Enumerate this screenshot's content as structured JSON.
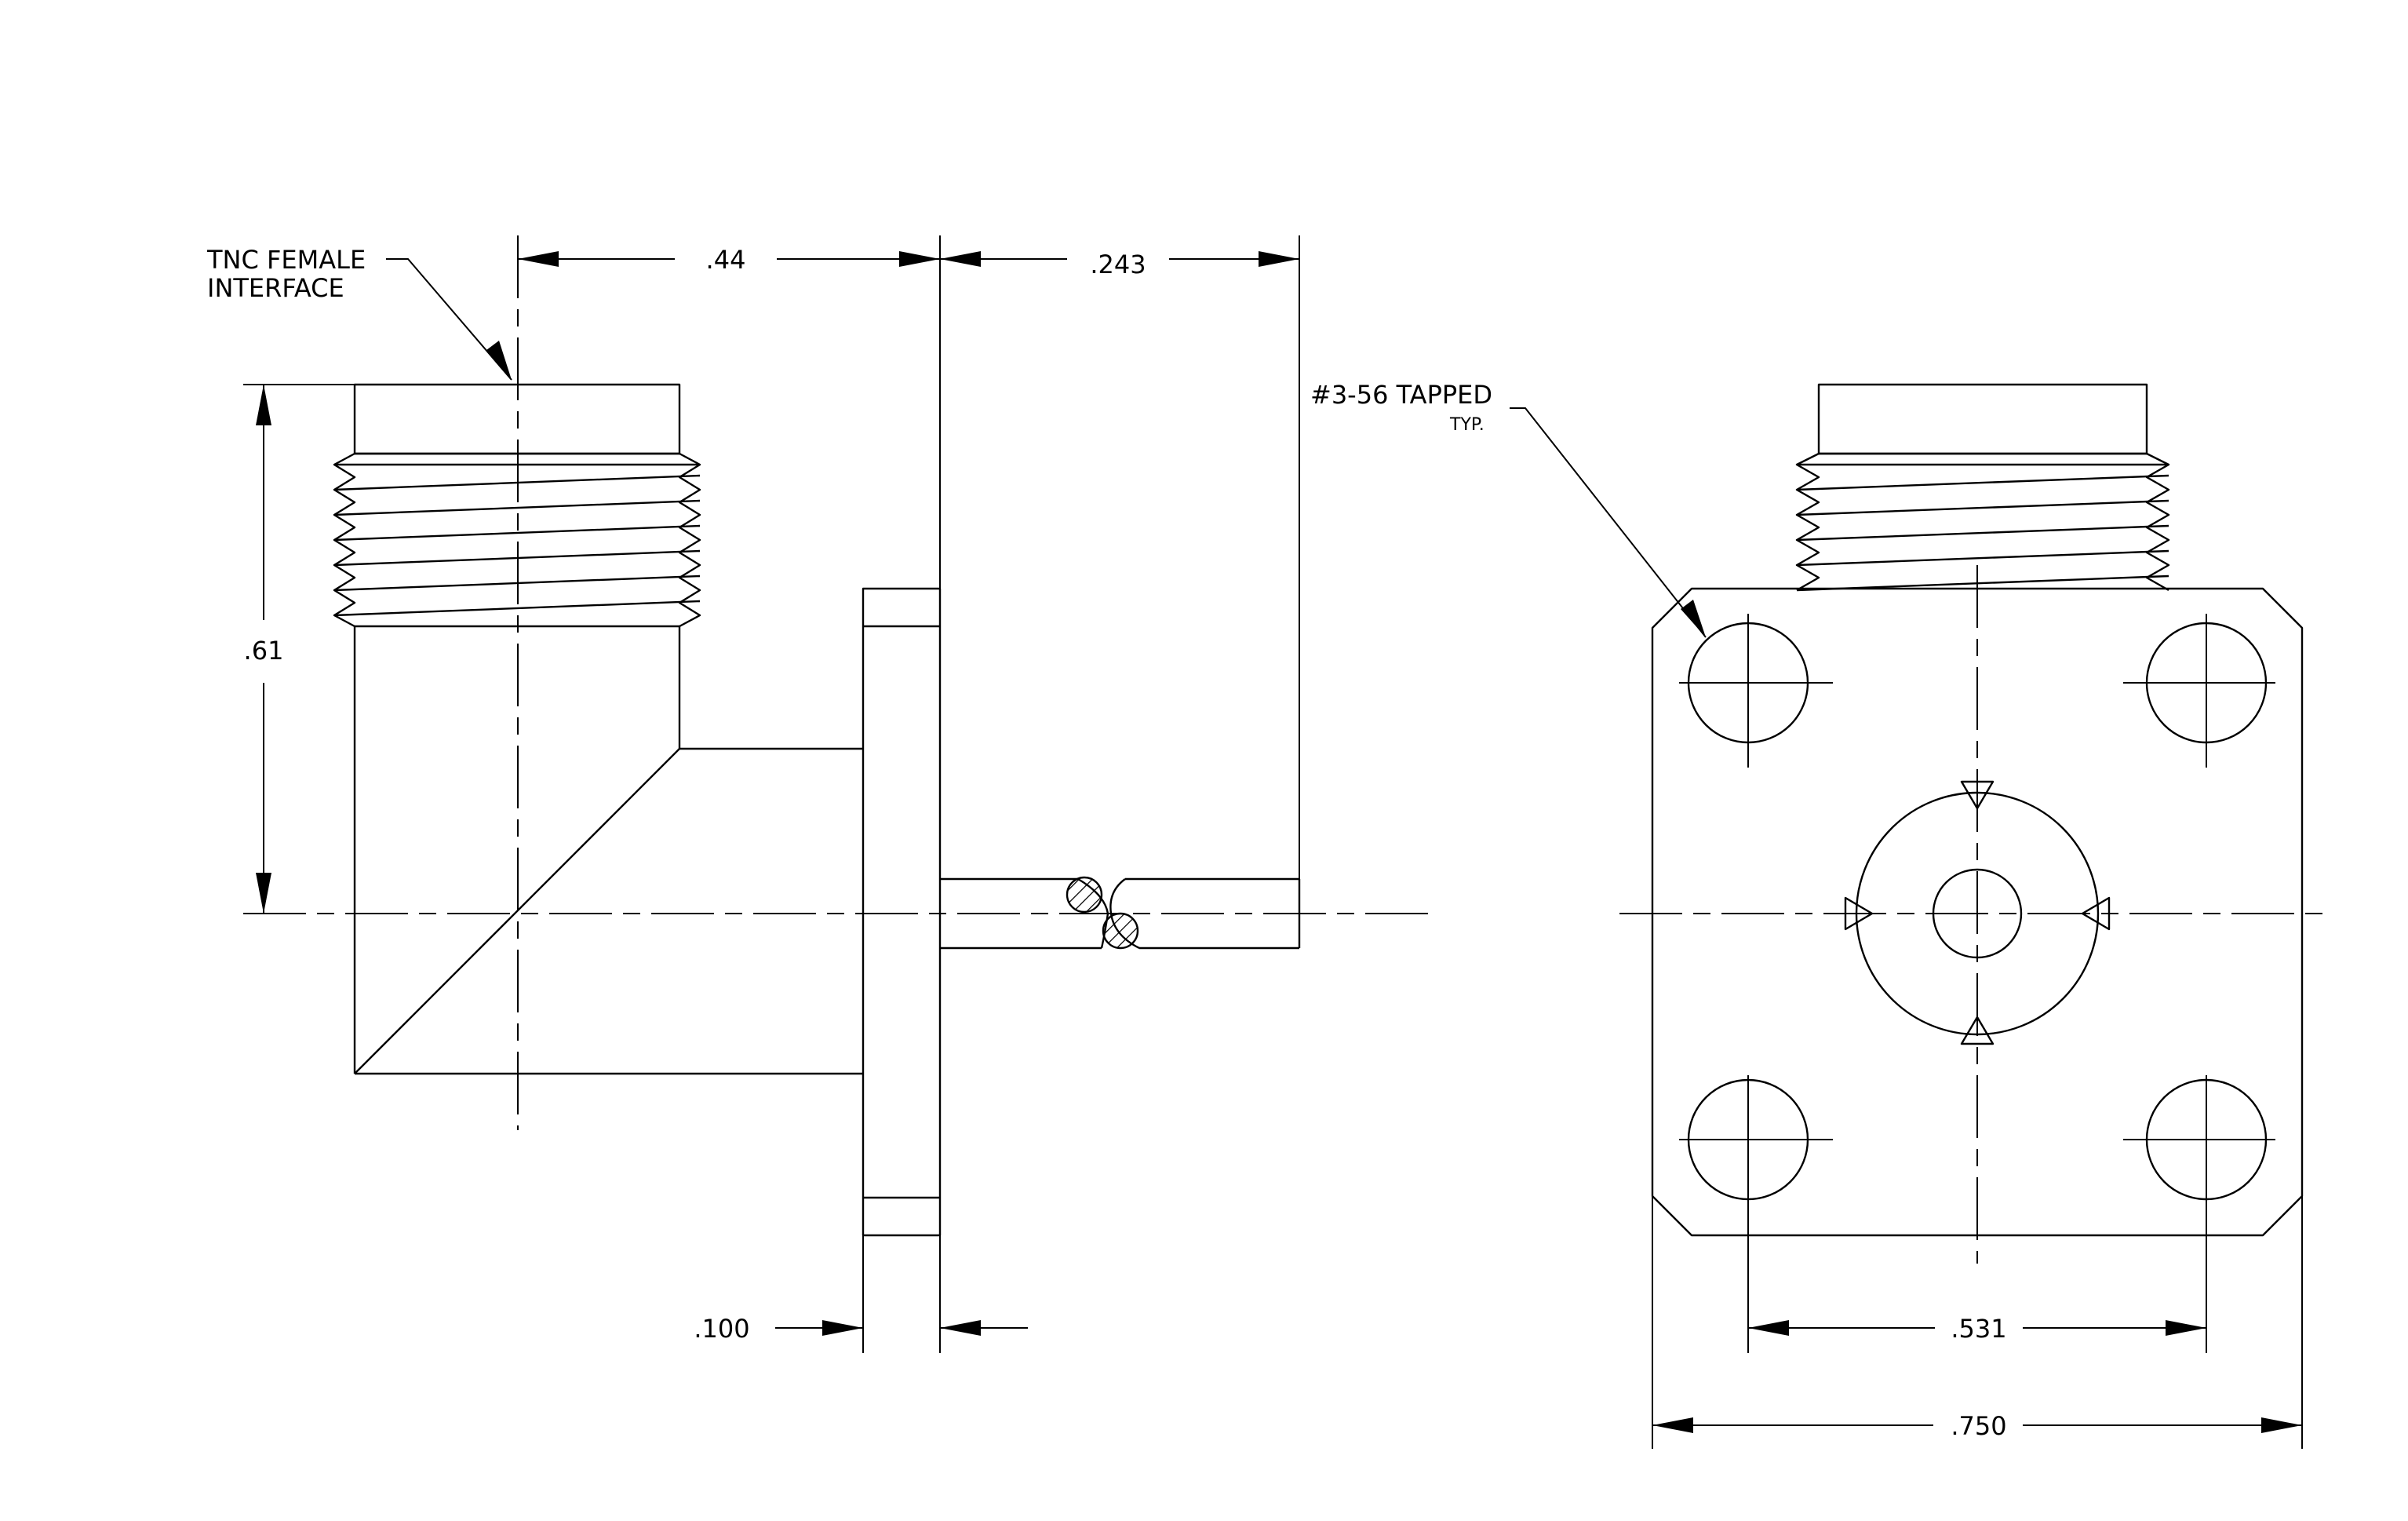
{
  "annotations": {
    "interface_line1": "TNC FEMALE",
    "interface_line2": "INTERFACE",
    "tapped_main": "#3-56 TAPPED",
    "tapped_sub": "TYP."
  },
  "dimensions": {
    "d_44": ".44",
    "d_243": ".243",
    "d_61": ".61",
    "d_100": ".100",
    "d_531": ".531",
    "d_750": ".750"
  },
  "style": {
    "line_color": "#000000",
    "background": "#ffffff"
  }
}
